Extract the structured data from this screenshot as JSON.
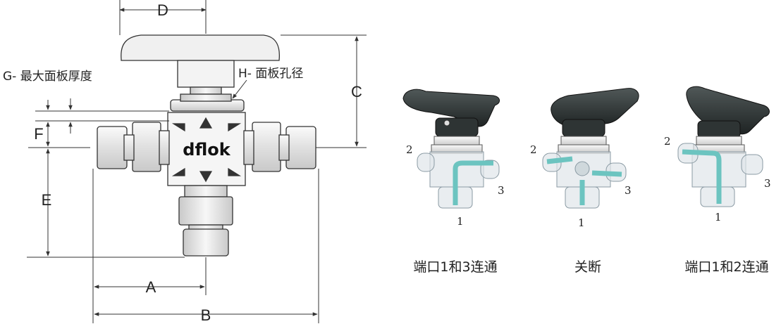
{
  "dimensions": {
    "A": "A",
    "B": "B",
    "C": "C",
    "D": "D",
    "E": "E",
    "F": "F"
  },
  "annotations": {
    "G": "G- 最大面板厚度",
    "H": "H- 面板孔径"
  },
  "brand": "dflok",
  "positions": [
    {
      "caption": "端口1和3连通",
      "ports": {
        "p1": "1",
        "p2": "2",
        "p3": "3"
      }
    },
    {
      "caption": "关断",
      "ports": {
        "p1": "1",
        "p2": "2",
        "p3": "3"
      }
    },
    {
      "caption": "端口1和2连通",
      "ports": {
        "p1": "1",
        "p2": "2",
        "p3": "3"
      }
    }
  ],
  "colors": {
    "line": "#333333",
    "metal": "#e9e9e9",
    "handle": "#2e3434",
    "channel": "#6cc4c0",
    "glass": "#dfe6ea"
  }
}
